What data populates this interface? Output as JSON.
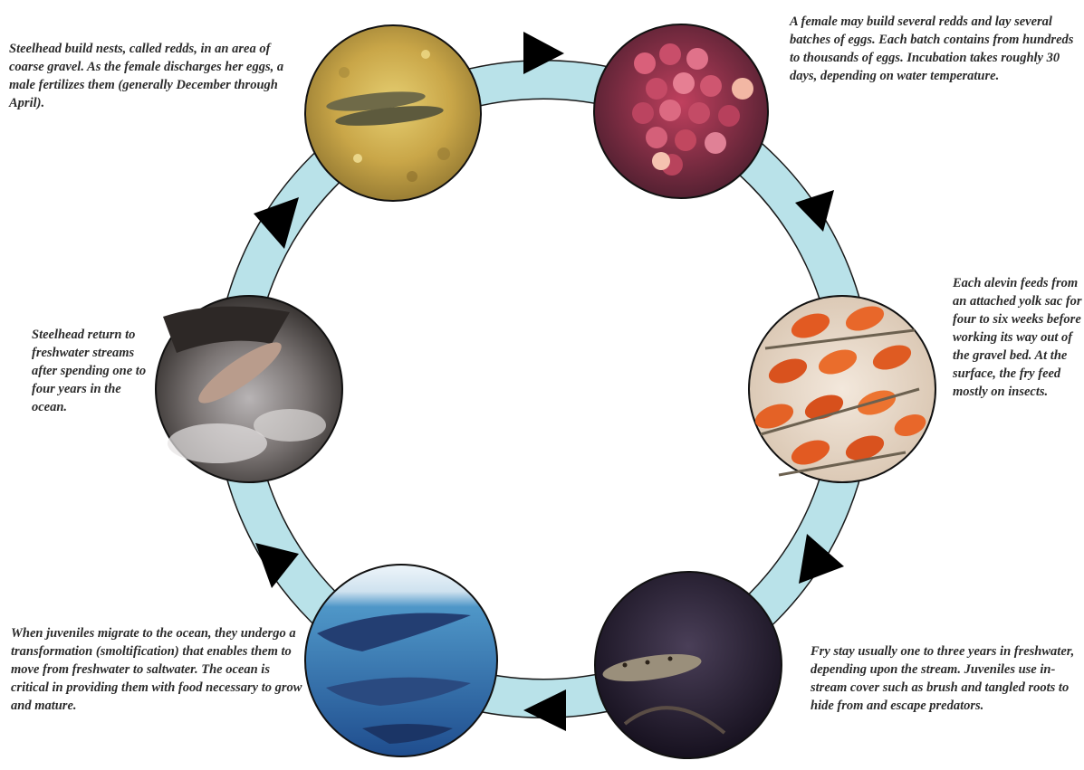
{
  "stages": [
    {
      "id": "redds",
      "photo": "steelhead-spawning-over-gravel",
      "caption": "Steelhead build nests, called redds, in an area of coarse gravel. As the female discharges her eggs, a male fertilizes them (generally December through April)."
    },
    {
      "id": "eggs",
      "photo": "pink-steelhead-eggs",
      "caption": "A female may build several redds and lay several batches of eggs. Each batch contains from hundreds to thousands of eggs. Incubation takes roughly 30 days, depending on water temperature."
    },
    {
      "id": "alevin",
      "photo": "alevin-with-yolk-sacs",
      "caption": "Each alevin feeds from an attached yolk sac for four to six weeks before working its way out of the gravel bed. At the surface, the fry feed mostly on insects."
    },
    {
      "id": "fry",
      "photo": "juvenile-fry-in-stream",
      "caption": "Fry stay usually one to three years in freshwater, depending upon the stream. Juveniles use in-stream cover such as brush and tangled roots to hide from and escape predators."
    },
    {
      "id": "smolt",
      "photo": "estuary-and-ocean",
      "caption": "When juveniles migrate to the ocean, they undergo a transformation (smoltification) that enables them to move from freshwater to saltwater. The ocean is critical in providing them with food necessary to grow and mature."
    },
    {
      "id": "return",
      "photo": "adult-steelhead-leaping-rapids",
      "caption": "Steelhead return to freshwater streams after spending one to four years in the ocean."
    }
  ],
  "colors": {
    "ring": "#b9e2e9",
    "ring_edge": "#1a1a1a",
    "arrow": "#000000",
    "text": "#2b2b2b"
  }
}
